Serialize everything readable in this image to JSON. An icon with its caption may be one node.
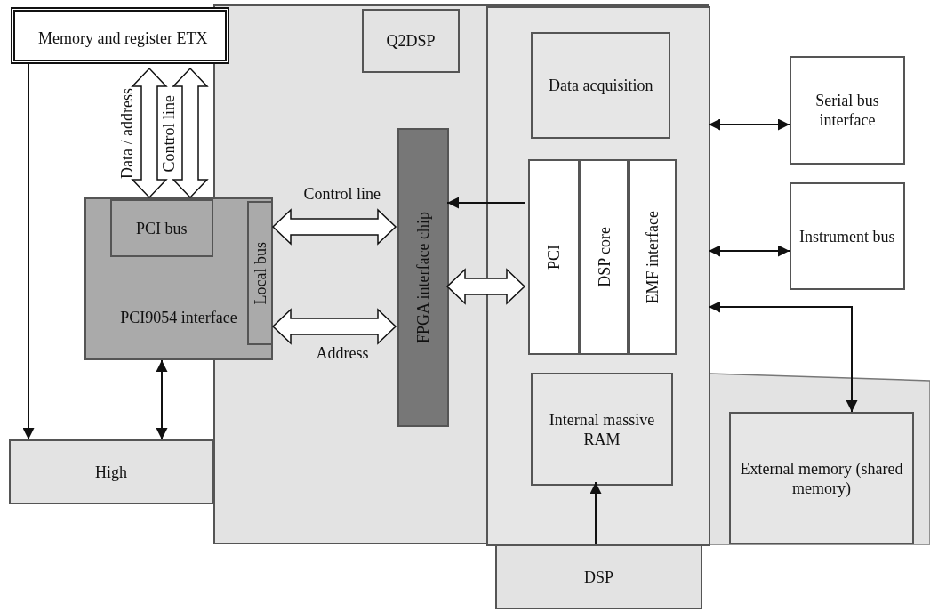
{
  "diagram": {
    "nodes": [
      {
        "text": [
          "Memory and register ETX"
        ]
      },
      {
        "text": [],
        "shape": "box"
      },
      {
        "text": [
          "Q2DSP"
        ],
        "in": 1
      },
      {
        "text": [
          "FPGA interface chip"
        ],
        "in": 1
      },
      {
        "text": [],
        "shape": "box",
        "in": 1
      },
      {
        "text": [
          "Data acquisition"
        ],
        "in": 4
      },
      {
        "text": [
          "PCI"
        ],
        "in": 4
      },
      {
        "text": [
          "DSP core"
        ],
        "in": 4
      },
      {
        "text": [
          "EMF interface"
        ],
        "in": 4
      },
      {
        "text": [
          "Internal massive RAM"
        ],
        "in": 4
      },
      {
        "text": [
          "PCI9054 interface"
        ]
      },
      {
        "text": [
          "PCI bus"
        ],
        "in": 10
      },
      {
        "text": [
          "Local bus"
        ]
      },
      {
        "text": [
          "Serial bus interface"
        ]
      },
      {
        "text": [
          "Instrument bus"
        ]
      },
      {
        "text": [
          "External memory (shared memory)"
        ]
      },
      {
        "text": [
          "High"
        ]
      },
      {
        "text": [
          "DSP"
        ]
      }
    ],
    "edges": [
      {
        "from": 0,
        "to": 11,
        "arrow": "both",
        "style": "thick",
        "label": "Data / address"
      },
      {
        "from": 0,
        "to": 11,
        "arrow": "both",
        "style": "thick",
        "label": "Control line"
      },
      {
        "from": 0,
        "to": 16,
        "arrow": "to"
      },
      {
        "from": 10,
        "to": 16,
        "arrow": "both"
      },
      {
        "from": 12,
        "to": 3,
        "arrow": "both",
        "style": "thick",
        "label": "Control line"
      },
      {
        "from": 12,
        "to": 3,
        "arrow": "both",
        "style": "thick",
        "label": "Address"
      },
      {
        "from": 6,
        "to": 3,
        "arrow": "to"
      },
      {
        "from": 3,
        "to": 6,
        "arrow": "both",
        "style": "thick"
      },
      {
        "from": 4,
        "to": 13,
        "arrow": "both"
      },
      {
        "from": 4,
        "to": 14,
        "arrow": "both"
      },
      {
        "from": 4,
        "to": 15,
        "arrow": "both"
      },
      {
        "from": 17,
        "to": 9,
        "arrow": "to"
      }
    ]
  }
}
